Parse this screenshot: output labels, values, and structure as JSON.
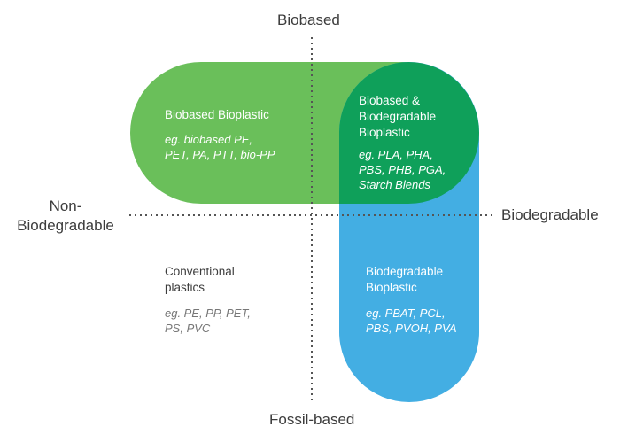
{
  "axes": {
    "top": "Biobased",
    "bottom": "Fossil-based",
    "left_line1": "Non-",
    "left_line2": "Biodegradable",
    "right": "Biodegradable"
  },
  "quadrants": {
    "biobased": {
      "title": "Biobased Bioplastic",
      "examples": [
        "eg. biobased PE,",
        "PET, PA, PTT, bio-PP"
      ]
    },
    "both": {
      "title": [
        "Biobased &",
        "Biodegradable",
        "Bioplastic"
      ],
      "examples": [
        "eg. PLA, PHA,",
        "PBS, PHB, PGA,",
        "Starch Blends"
      ]
    },
    "conventional": {
      "title": [
        "Conventional",
        "plastics"
      ],
      "examples": [
        "eg. PE, PP, PET,",
        "PS, PVC"
      ]
    },
    "biodegradable": {
      "title": [
        "Biodegradable",
        "Bioplastic"
      ],
      "examples": [
        "eg. PBAT, PCL,",
        "PBS, PVOH, PVA"
      ]
    }
  },
  "colors": {
    "biobased_green": "#6abf5a",
    "overlap_green": "#0fa05a",
    "biodegradable_blue": "#43aee3",
    "axis_dots": "#555555"
  }
}
